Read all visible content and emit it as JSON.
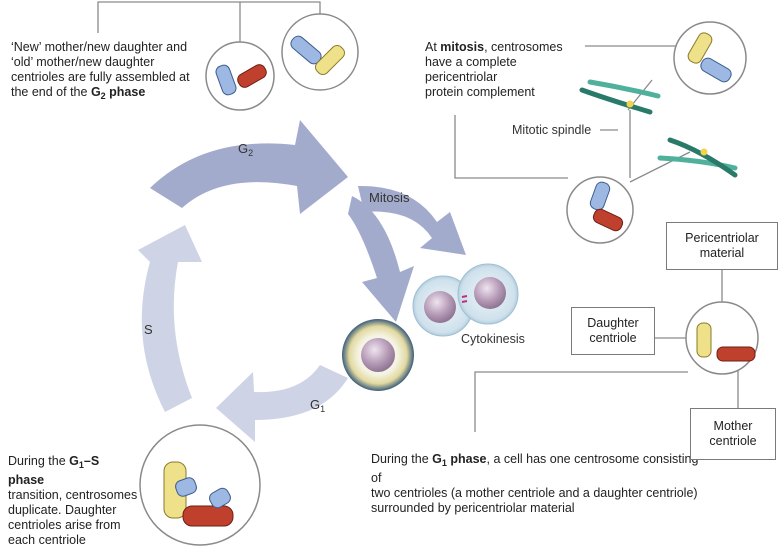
{
  "colors": {
    "arrow_dark": "#a3abcd",
    "arrow_light": "#cfd3e6",
    "line": "#8a8a8a",
    "centriole_blue": "#9db8e2",
    "centriole_red": "#c0402e",
    "centriole_yellow": "#efe08a",
    "chromosome_teal": "#4a9a8a",
    "cell_fill": "#d6e4ee",
    "nucleus": "#b79cb8"
  },
  "phases": {
    "g2": "G",
    "g2_sub": "2",
    "mitosis": "Mitosis",
    "s": "S",
    "g1": "G",
    "g1_sub": "1",
    "cytokinesis": "Cytokinesis"
  },
  "annotations": {
    "g2_phase": {
      "line1": "‘New’ mother/new daughter and",
      "line2": "‘old’ mother/new daughter",
      "line3": "centrioles are fully assembled at",
      "line4_pre": "the end of the ",
      "line4_bold": "G",
      "line4_sub": "2",
      "line4_bold2": " phase"
    },
    "mitosis": {
      "line1_pre": "At ",
      "line1_bold": "mitosis",
      "line1_post": ", centrosomes",
      "line2": "have a complete pericentriolar",
      "line3": "protein complement"
    },
    "mitotic_spindle": "Mitotic spindle",
    "g1s_phase": {
      "line1_pre": "During the ",
      "line1_bold": "G",
      "line1_sub": "1",
      "line1_bold2": "–S phase",
      "line2": "transition, centrosomes",
      "line3": "duplicate. Daughter",
      "line4": "centrioles arise from",
      "line5": "each centriole"
    },
    "g1_phase": {
      "line1_pre": "During the ",
      "line1_bold": "G",
      "line1_sub": "1",
      "line1_bold2": " phase",
      "line1_post": ", a cell has one centrosome consisting of",
      "line2": "two centrioles (a mother centriole and a daughter centriole)",
      "line3": "surrounded by pericentriolar material"
    }
  },
  "boxes": {
    "pericentriolar": {
      "line1": "Pericentriolar",
      "line2": "material"
    },
    "daughter": {
      "line1": "Daughter",
      "line2": "centriole"
    },
    "mother": {
      "line1": "Mother",
      "line2": "centriole"
    }
  }
}
